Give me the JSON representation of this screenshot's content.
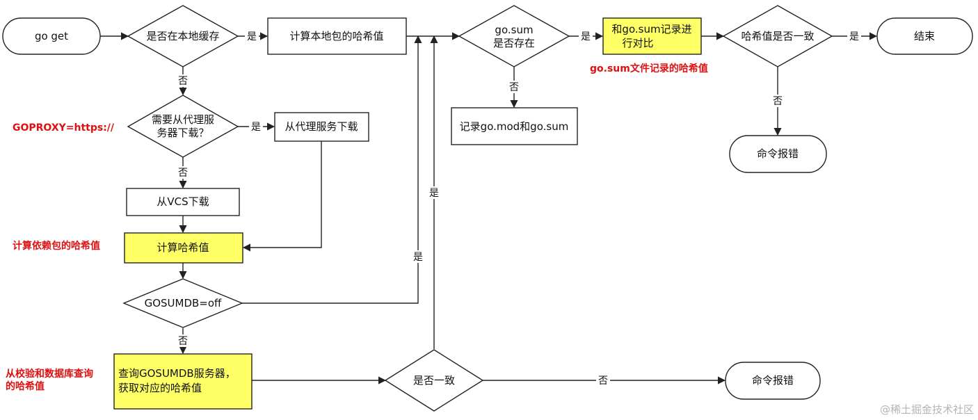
{
  "nodes": {
    "go_get": "go get",
    "local_cache": "是否在本地缓存",
    "calc_local_hash": "计算本地包的哈希值",
    "gosum_exists": [
      "go.sum",
      "是否存在"
    ],
    "compare_gosum": [
      "和go.sum记录进",
      "行对比"
    ],
    "hash_match": "哈希值是否一致",
    "end": "结束",
    "need_proxy": [
      "需要从代理服",
      "务器下载？"
    ],
    "download_proxy": "从代理服务下载",
    "record_gosum": "记录go.mod和go.sum",
    "error_top": "命令报错",
    "download_vcs": "从VCS下载",
    "calc_hash": "计算哈希值",
    "gosumdb_off": "GOSUMDB=off",
    "query_gosumdb": [
      "查询GOSUMDB服务器，",
      "获取对应的哈希值"
    ],
    "consistent": "是否一致",
    "error_bottom": "命令报错"
  },
  "edges": {
    "yes": "是",
    "no": "否"
  },
  "annotations": {
    "goproxy": "GOPROXY=https://",
    "gosum_file_hash": "go.sum文件记录的哈希值",
    "dep_hash": "计算依赖包的哈希值",
    "checksum_db": [
      "从校验和数据库查询",
      "的哈希值"
    ]
  },
  "watermark": "@稀土掘金技术社区",
  "colors": {
    "highlight": "#ffff66",
    "annotation": "#e01010",
    "line": "#222222"
  }
}
